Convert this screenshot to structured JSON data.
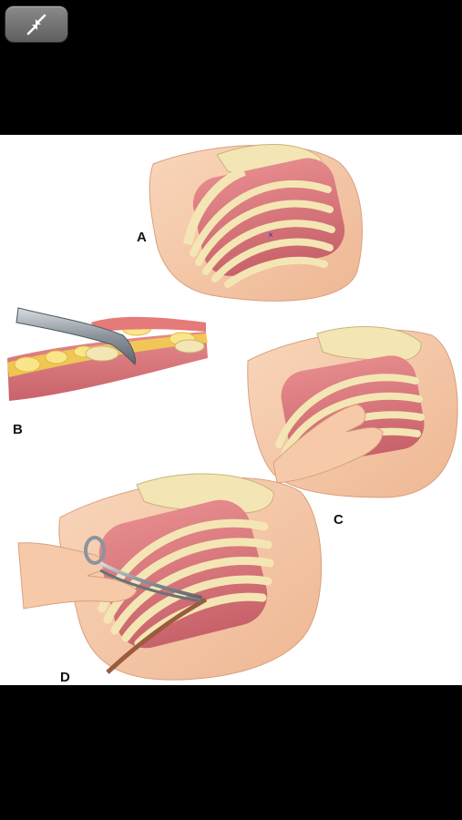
{
  "toolbar": {
    "collapse_icon": "collapse-arrows-icon"
  },
  "figure": {
    "panels": [
      {
        "label": "A"
      },
      {
        "label": "B"
      },
      {
        "label": "C"
      },
      {
        "label": "D"
      }
    ]
  },
  "colors": {
    "background": "#000000",
    "figure_bg": "#ffffff",
    "skin": "#f6c9a8",
    "bone": "#f4e6b4",
    "muscle": "#d9787c",
    "fat": "#f3d34e"
  }
}
